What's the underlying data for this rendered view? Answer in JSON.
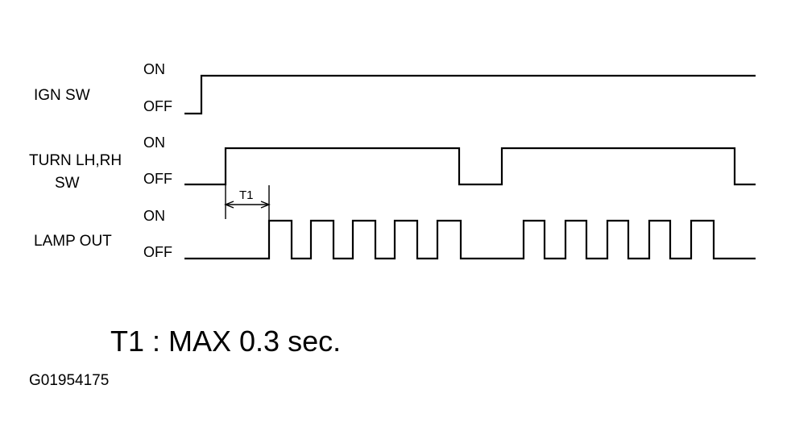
{
  "signals": [
    {
      "name_lines": [
        "IGN SW"
      ],
      "on_label": "ON",
      "off_label": "OFF",
      "transitions": [
        250
      ],
      "end": 938
    },
    {
      "name_lines": [
        "TURN LH,RH",
        "SW"
      ],
      "on_label": "ON",
      "off_label": "OFF",
      "transitions": [
        280,
        570,
        623,
        912
      ],
      "end": 938
    },
    {
      "name_lines": [
        "LAMP OUT"
      ],
      "on_label": "ON",
      "off_label": "OFF",
      "transitions": [
        334,
        362,
        386,
        414,
        438,
        466,
        490,
        518,
        543,
        572,
        650,
        676,
        702,
        728,
        754,
        780,
        806,
        832,
        858,
        886
      ],
      "end": 938
    }
  ],
  "timing_marker": {
    "label": "T1",
    "from": 280,
    "to": 334
  },
  "note": "T1 : MAX 0.3 sec.",
  "figure_code": "G01954175"
}
